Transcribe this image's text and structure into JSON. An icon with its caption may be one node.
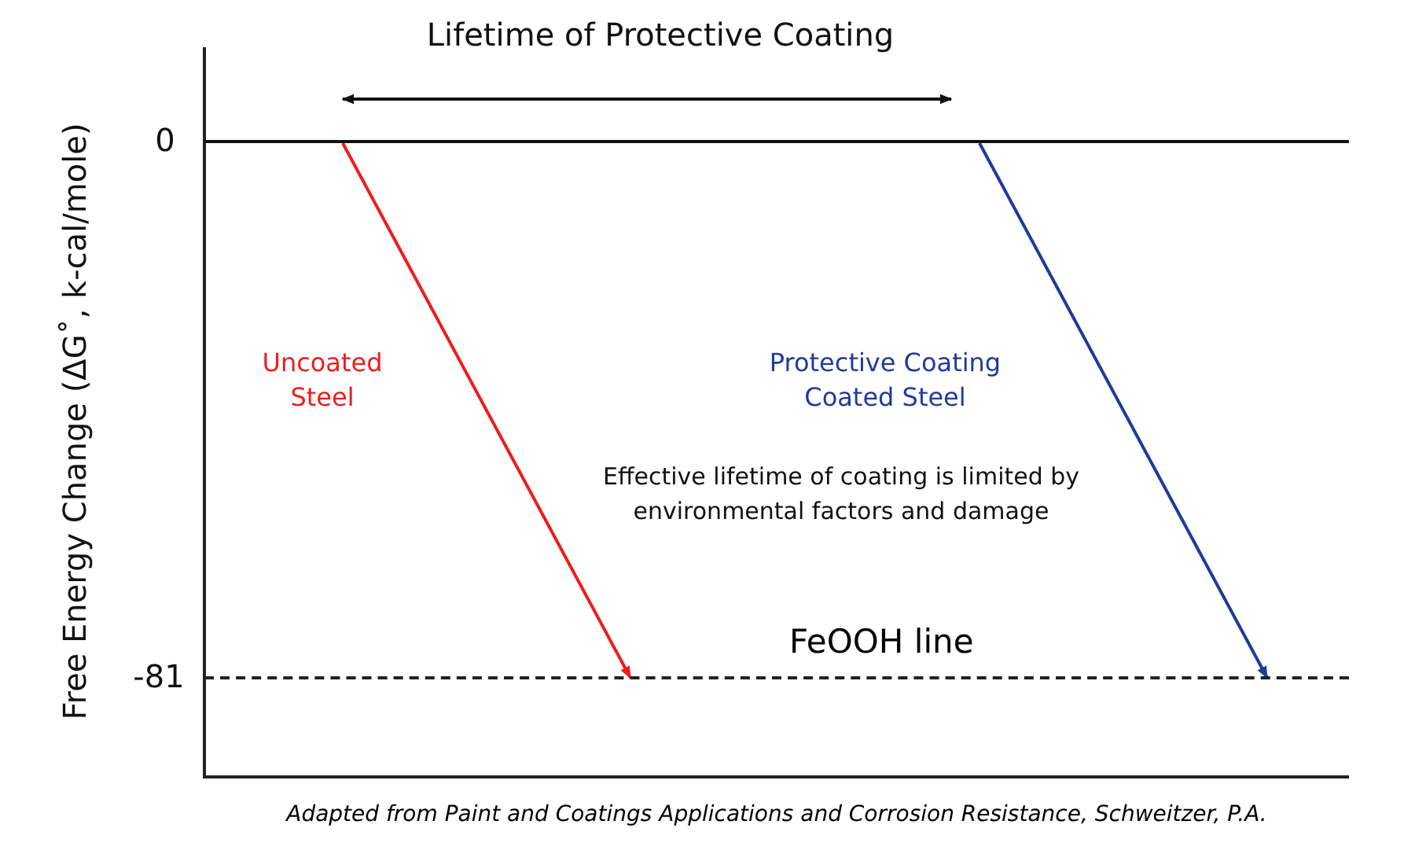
{
  "diagram": {
    "caption": "Adapted from Paint and Coatings Applications and Corrosion Resistance, Schweitzer, P.A.",
    "nodes": [
      {
        "text": [],
        "shape": "line"
      },
      {
        "text": [
          "FeOOH line"
        ]
      }
    ],
    "edges": [
      {
        "from": 0,
        "to": 1,
        "arrow": "to",
        "label": "Uncoated Steel",
        "color": "#ee1c1c"
      },
      {
        "from": 0,
        "to": 1,
        "arrow": "to",
        "label": "Protective Coating Coated Steel",
        "color": "#1f3a9c"
      }
    ],
    "labels": [
      "Lifetime of Protective Coating",
      "0",
      "Free Energy Change (ΔG˚, k-cal/mole)",
      "Effective lifetime of coating is limited by environmental factors and damage",
      "-81"
    ]
  }
}
